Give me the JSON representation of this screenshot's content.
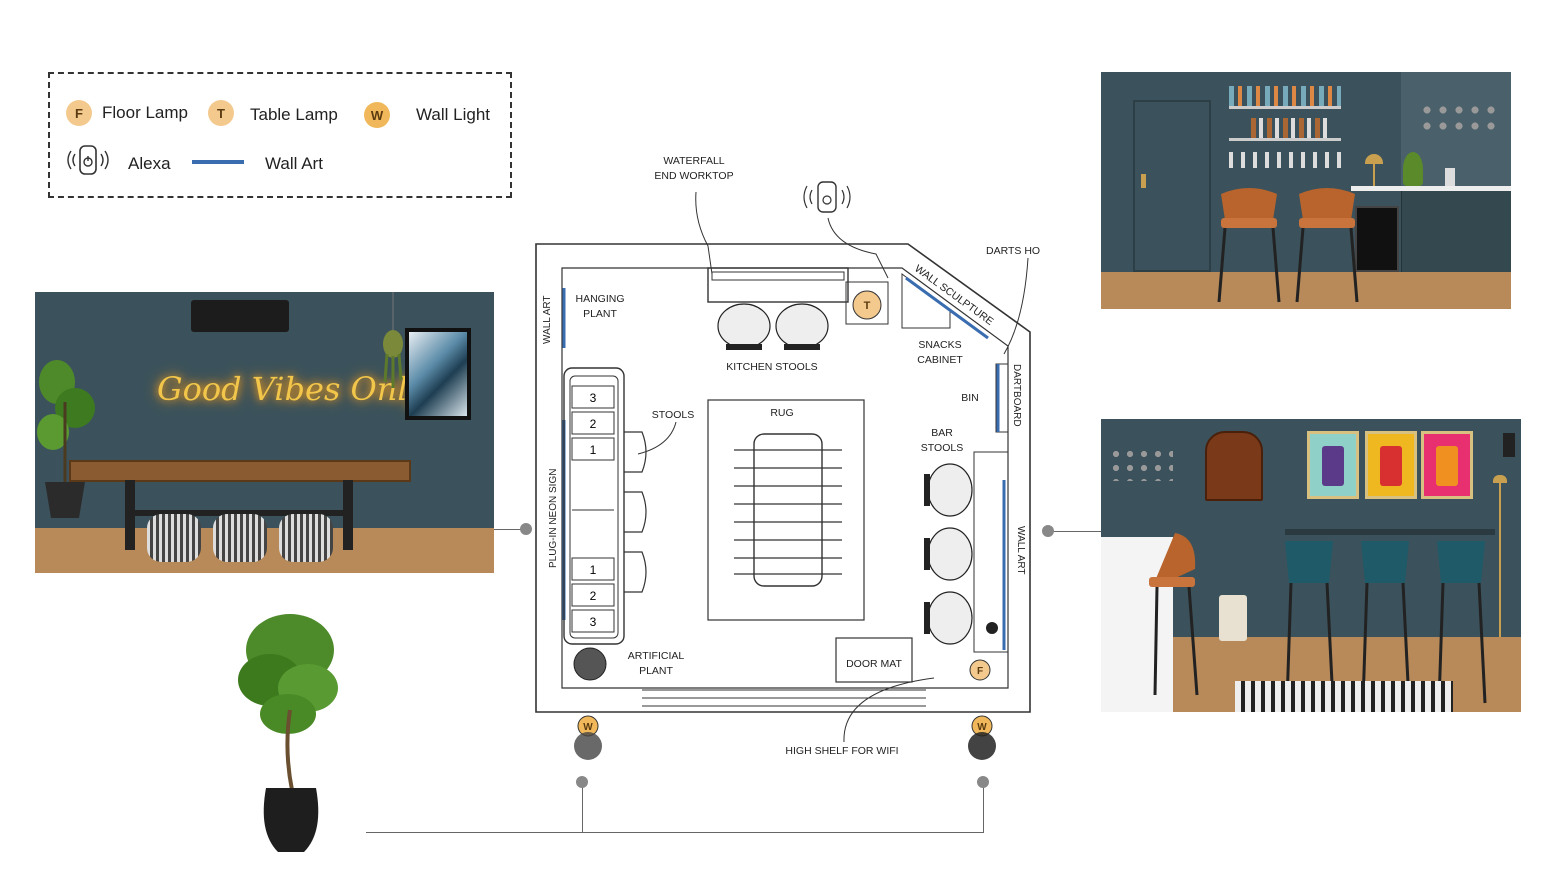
{
  "legend": {
    "items": [
      {
        "badge": "F",
        "label": "Floor Lamp"
      },
      {
        "badge": "T",
        "label": "Table Lamp"
      },
      {
        "badge": "W",
        "label": "Wall Light"
      },
      {
        "icon": "alexa-speaker-icon",
        "label": "Alexa"
      },
      {
        "icon": "wall-art-line-icon",
        "label": "Wall Art"
      }
    ]
  },
  "plan": {
    "labels": {
      "waterfall": [
        "WATERFALL",
        "END WORKTOP"
      ],
      "darts": "DARTS HO",
      "wall_sculpture": "WALL SCULPTURE",
      "hanging_plant": [
        "HANGING",
        "PLANT"
      ],
      "wall_art_left": "WALL ART",
      "kitchen_stools": "KITCHEN STOOLS",
      "snacks_cabinet": [
        "SNACKS",
        "CABINET"
      ],
      "bin": "BIN",
      "dartboard": "DARTBOARD",
      "stools": "STOOLS",
      "rug": "RUG",
      "bar_stools": [
        "BAR",
        "STOOLS"
      ],
      "neon_sign": "PLUG-IN NEON SIGN",
      "wall_art_right": "WALL ART",
      "artificial_plant": [
        "ARTIFICIAL",
        "PLANT"
      ],
      "door_mat": "DOOR MAT",
      "high_shelf": "HIGH SHELF FOR WIFI"
    },
    "bench_numbers_top": [
      "3",
      "2",
      "1"
    ],
    "bench_numbers_bottom": [
      "1",
      "2",
      "3"
    ],
    "lamp_table": "T",
    "lamp_floor": "F",
    "wall_light": "W"
  },
  "boards": {
    "left_neon": "Good Vibes Only"
  },
  "colors": {
    "wall": "#3b525c",
    "floor": "#b88a5a",
    "lamp_badge": "#f4c98e",
    "wall_art": "#3a6db0"
  }
}
